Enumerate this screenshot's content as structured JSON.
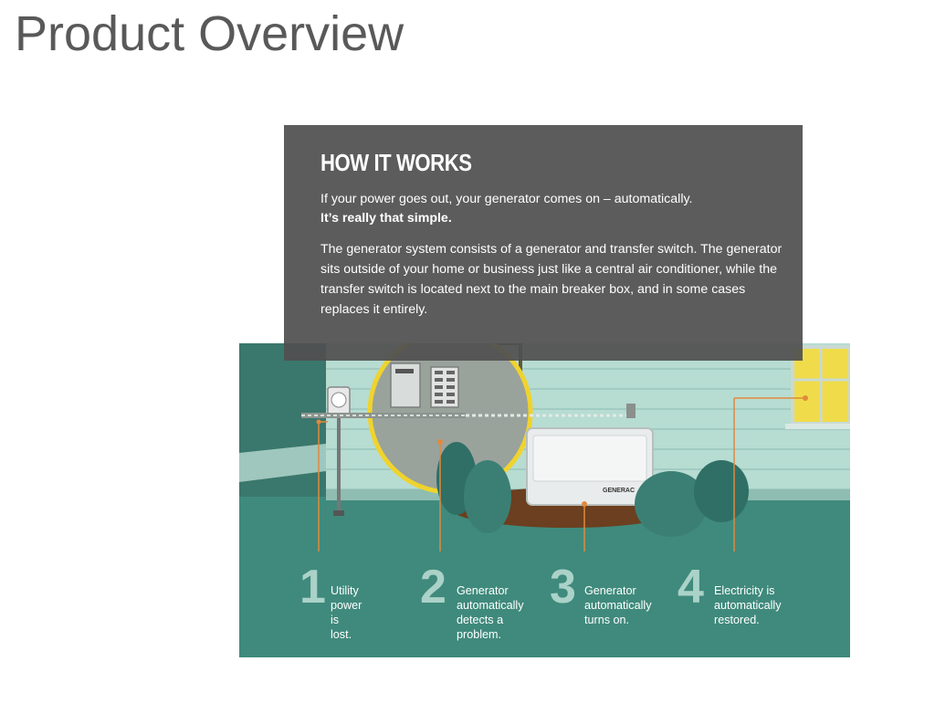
{
  "page": {
    "title": "Product Overview"
  },
  "info_box": {
    "heading": "HOW IT WORKS",
    "lead": "If your power goes out, your generator comes on – automatically.",
    "lead_bold": "It’s really that simple.",
    "body": "The generator system consists of a generator and transfer switch. The generator sits outside of your home or business just like a central air conditioner, while the transfer switch is located next to the main breaker box, and in some cases replaces it entirely."
  },
  "illustration": {
    "generator_brand": "GENERAC",
    "colors": {
      "ground": "#3f8a7c",
      "house_siding": "#b9ddd3",
      "accent_line": "#e08a3c",
      "window_light": "#f2e04a",
      "magnifier_ring": "#f0d32c"
    }
  },
  "steps": [
    {
      "number": "1",
      "text": "Utility power\nis lost."
    },
    {
      "number": "2",
      "text": "Generator\nautomatically\ndetects a\nproblem."
    },
    {
      "number": "3",
      "text": "Generator\nautomatically\nturns on."
    },
    {
      "number": "4",
      "text": "Electricity is\nautomatically\nrestored."
    }
  ]
}
